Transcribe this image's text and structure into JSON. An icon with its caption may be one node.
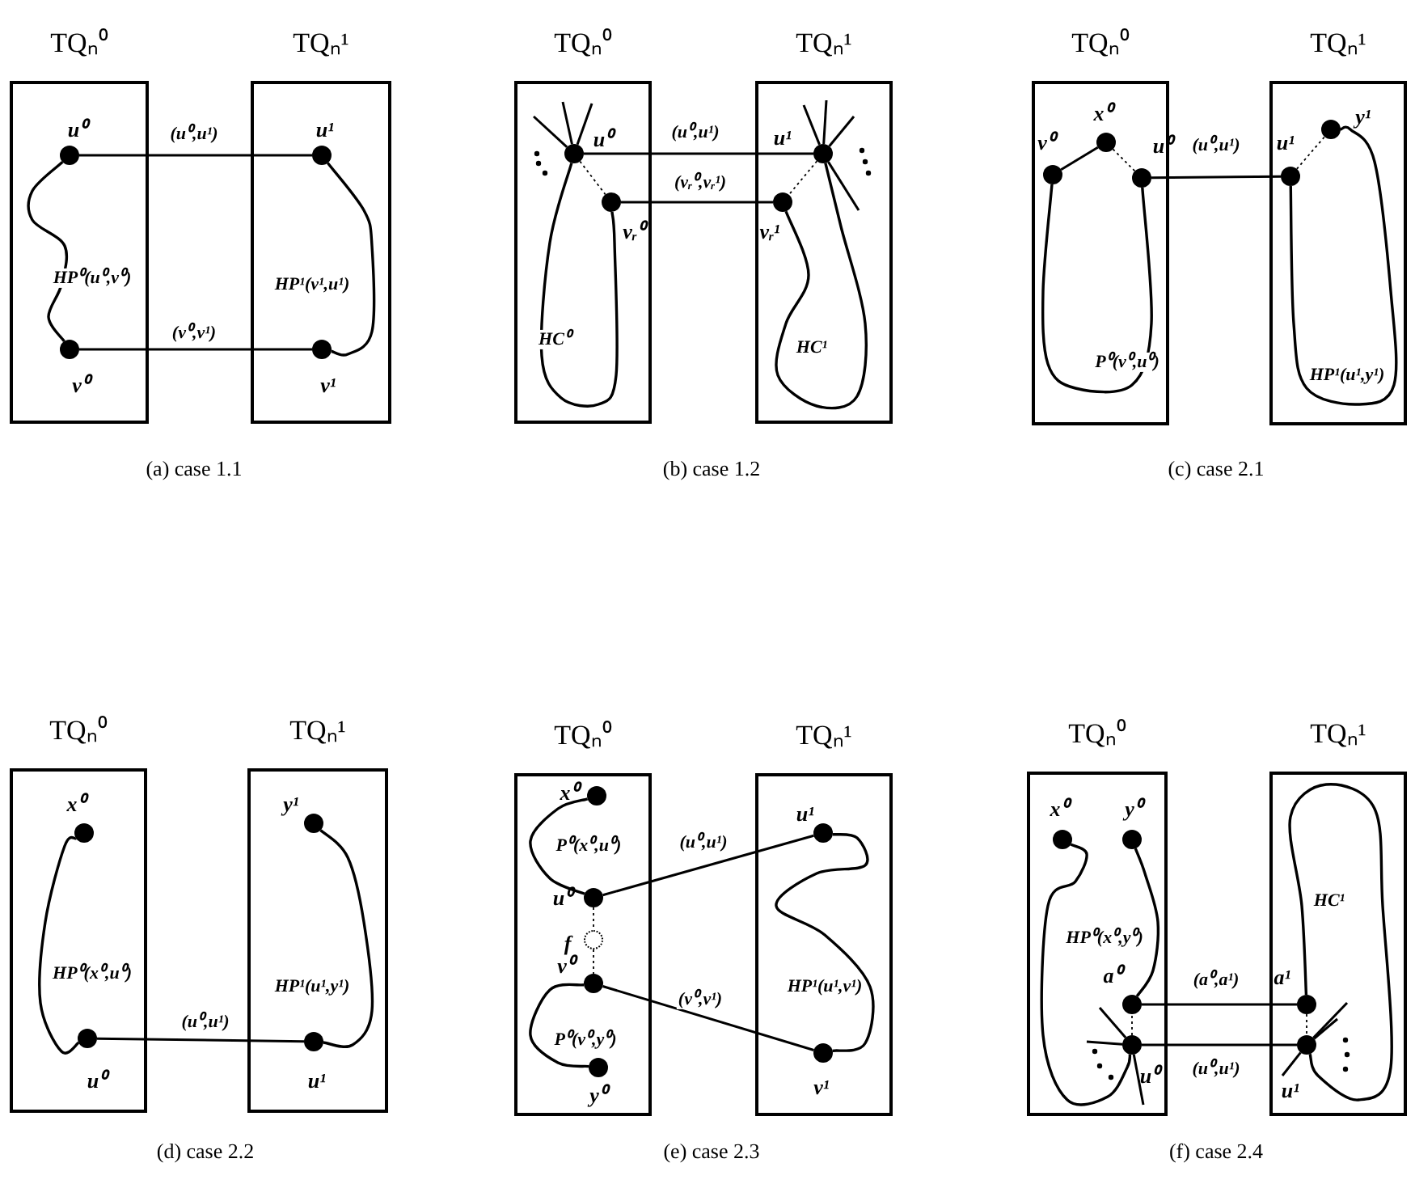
{
  "diagram": {
    "nodes": [
      {
        "text": [
          "TQₙ⁰"
        ]
      },
      {
        "text": [],
        "shape": "circle",
        "beside": [
          "u⁰"
        ],
        "in": 0
      },
      {
        "text": [],
        "shape": "circle",
        "beside": [
          "v⁰"
        ],
        "in": 0
      },
      {
        "text": [
          "TQₙ¹"
        ]
      },
      {
        "text": [],
        "shape": "circle",
        "beside": [
          "u¹"
        ],
        "in": 3
      },
      {
        "text": [],
        "shape": "circle",
        "beside": [
          "v¹"
        ],
        "in": 3
      },
      {
        "text": [
          "TQₙ⁰"
        ]
      },
      {
        "text": [],
        "shape": "circle",
        "beside": [
          "u⁰"
        ],
        "in": 6
      },
      {
        "text": [],
        "shape": "circle",
        "beside": [
          "vᵣ⁰"
        ],
        "in": 6
      },
      {
        "text": [
          "TQₙ¹"
        ]
      },
      {
        "text": [],
        "shape": "circle",
        "beside": [
          "u¹"
        ],
        "in": 9
      },
      {
        "text": [],
        "shape": "circle",
        "beside": [
          "vᵣ¹"
        ],
        "in": 9
      },
      {
        "text": [
          "TQₙ⁰"
        ]
      },
      {
        "text": [],
        "shape": "circle",
        "beside": [
          "v⁰"
        ],
        "in": 12
      },
      {
        "text": [],
        "shape": "circle",
        "beside": [
          "x⁰"
        ],
        "in": 12
      },
      {
        "text": [],
        "shape": "circle",
        "beside": [
          "u⁰"
        ],
        "in": 12
      },
      {
        "text": [
          "TQₙ¹"
        ]
      },
      {
        "text": [],
        "shape": "circle",
        "beside": [
          "u¹"
        ],
        "in": 16
      },
      {
        "text": [],
        "shape": "circle",
        "beside": [
          "y¹"
        ],
        "in": 16
      },
      {
        "text": [
          "TQₙ⁰"
        ]
      },
      {
        "text": [],
        "shape": "circle",
        "beside": [
          "x⁰"
        ],
        "in": 19
      },
      {
        "text": [],
        "shape": "circle",
        "beside": [
          "u⁰"
        ],
        "in": 19
      },
      {
        "text": [
          "TQₙ¹"
        ]
      },
      {
        "text": [],
        "shape": "circle",
        "beside": [
          "y¹"
        ],
        "in": 22
      },
      {
        "text": [],
        "shape": "circle",
        "beside": [
          "u¹"
        ],
        "in": 22
      },
      {
        "text": [
          "TQₙ⁰"
        ]
      },
      {
        "text": [],
        "shape": "circle",
        "beside": [
          "x⁰"
        ],
        "in": 25
      },
      {
        "text": [],
        "shape": "circle",
        "beside": [
          "u⁰"
        ],
        "in": 25
      },
      {
        "text": [],
        "shape": "circle",
        "beside": [
          "f"
        ],
        "in": 25
      },
      {
        "text": [],
        "shape": "circle",
        "beside": [
          "v⁰"
        ],
        "in": 25
      },
      {
        "text": [],
        "shape": "circle",
        "beside": [
          "y⁰"
        ],
        "in": 25
      },
      {
        "text": [
          "TQₙ¹"
        ]
      },
      {
        "text": [],
        "shape": "circle",
        "beside": [
          "u¹"
        ],
        "in": 31
      },
      {
        "text": [],
        "shape": "circle",
        "beside": [
          "v¹"
        ],
        "in": 31
      },
      {
        "text": [
          "TQₙ⁰"
        ]
      },
      {
        "text": [],
        "shape": "circle",
        "beside": [
          "x⁰"
        ],
        "in": 34
      },
      {
        "text": [],
        "shape": "circle",
        "beside": [
          "y⁰"
        ],
        "in": 34
      },
      {
        "text": [],
        "shape": "circle",
        "beside": [
          "a⁰"
        ],
        "in": 34
      },
      {
        "text": [],
        "shape": "circle",
        "beside": [
          "u⁰"
        ],
        "in": 34
      },
      {
        "text": [
          "TQₙ¹"
        ]
      },
      {
        "text": [],
        "shape": "circle",
        "beside": [
          "a¹"
        ],
        "in": 39
      },
      {
        "text": [],
        "shape": "circle",
        "beside": [
          "u¹"
        ],
        "in": 39
      }
    ],
    "edges": [
      {
        "from": 1,
        "to": 4,
        "arrow": "none",
        "label": "(u⁰,u¹)"
      },
      {
        "from": 2,
        "to": 5,
        "arrow": "none",
        "label": "(v⁰,v¹)"
      },
      {
        "from": 1,
        "to": 2,
        "arrow": "none",
        "label": "HP⁰(u⁰,v⁰)"
      },
      {
        "from": 4,
        "to": 5,
        "arrow": "none",
        "label": "HP¹(v¹,u¹)"
      },
      {
        "from": 7,
        "to": 10,
        "arrow": "none",
        "label": "(u⁰,u¹)"
      },
      {
        "from": 8,
        "to": 11,
        "arrow": "none",
        "label": "(vᵣ⁰,vᵣ¹)"
      },
      {
        "from": 7,
        "to": 8,
        "arrow": "none",
        "style": "dashed"
      },
      {
        "from": 7,
        "to": 8,
        "arrow": "none",
        "label": "HC⁰"
      },
      {
        "from": 10,
        "to": 11,
        "arrow": "none",
        "style": "dashed"
      },
      {
        "from": 10,
        "to": 11,
        "arrow": "none",
        "label": "HC¹"
      },
      {
        "from": 7,
        "to": null,
        "arrow": "none"
      },
      {
        "from": 7,
        "to": null,
        "arrow": "none"
      },
      {
        "from": 7,
        "to": null,
        "arrow": "none"
      },
      {
        "from": 10,
        "to": null,
        "arrow": "none"
      },
      {
        "from": 10,
        "to": null,
        "arrow": "none"
      },
      {
        "from": 10,
        "to": null,
        "arrow": "none"
      },
      {
        "from": 10,
        "to": null,
        "arrow": "none"
      },
      {
        "from": 15,
        "to": 17,
        "arrow": "none",
        "label": "(u⁰,u¹)"
      },
      {
        "from": 13,
        "to": 14,
        "arrow": "none"
      },
      {
        "from": 14,
        "to": 15,
        "arrow": "none",
        "style": "dashed"
      },
      {
        "from": 13,
        "to": 15,
        "arrow": "none",
        "label": "P⁰(v⁰,u⁰)"
      },
      {
        "from": 17,
        "to": 18,
        "arrow": "none",
        "style": "dashed"
      },
      {
        "from": 17,
        "to": 18,
        "arrow": "none",
        "label": "HP¹(u¹,y¹)"
      },
      {
        "from": 21,
        "to": 24,
        "arrow": "none",
        "label": "(u⁰,u¹)"
      },
      {
        "from": 20,
        "to": 21,
        "arrow": "none",
        "label": "HP⁰(x⁰,u⁰)"
      },
      {
        "from": 23,
        "to": 24,
        "arrow": "none",
        "label": "HP¹(u¹,y¹)"
      },
      {
        "from": 27,
        "to": 32,
        "arrow": "none",
        "label": "(u⁰,u¹)"
      },
      {
        "from": 29,
        "to": 33,
        "arrow": "none",
        "label": "(v⁰,v¹)"
      },
      {
        "from": 26,
        "to": 27,
        "arrow": "none",
        "label": "P⁰(x⁰,u⁰)"
      },
      {
        "from": 27,
        "to": 28,
        "arrow": "none",
        "style": "dashed"
      },
      {
        "from": 28,
        "to": 29,
        "arrow": "none",
        "style": "dashed"
      },
      {
        "from": 29,
        "to": 30,
        "arrow": "none",
        "label": "P⁰(v⁰,y⁰)"
      },
      {
        "from": 32,
        "to": 33,
        "arrow": "none",
        "label": "HP¹(u¹,v¹)"
      },
      {
        "from": 37,
        "to": 40,
        "arrow": "none",
        "label": "(a⁰,a¹)"
      },
      {
        "from": 38,
        "to": 41,
        "arrow": "none",
        "label": "(u⁰,u¹)"
      },
      {
        "from": 35,
        "to": 38,
        "arrow": "none",
        "label": "HP⁰(x⁰,y⁰)"
      },
      {
        "from": 38,
        "to": 37,
        "arrow": "none",
        "style": "dashed"
      },
      {
        "from": 37,
        "to": 36,
        "arrow": "none"
      },
      {
        "from": 40,
        "to": 41,
        "arrow": "none",
        "style": "dashed"
      },
      {
        "from": 40,
        "to": 41,
        "arrow": "none",
        "label": "HC¹"
      },
      {
        "from": 38,
        "to": null,
        "arrow": "none"
      },
      {
        "from": 38,
        "to": null,
        "arrow": "none"
      },
      {
        "from": 38,
        "to": null,
        "arrow": "none"
      },
      {
        "from": 41,
        "to": null,
        "arrow": "none"
      },
      {
        "from": 41,
        "to": null,
        "arrow": "none"
      },
      {
        "from": 41,
        "to": null,
        "arrow": "none"
      }
    ],
    "labels": [
      "(a) case 1.1",
      "(b) case 1.2",
      "(c) case 2.1",
      "(d) case 2.2",
      "(e) case 2.3",
      "(f) case 2.4"
    ]
  }
}
